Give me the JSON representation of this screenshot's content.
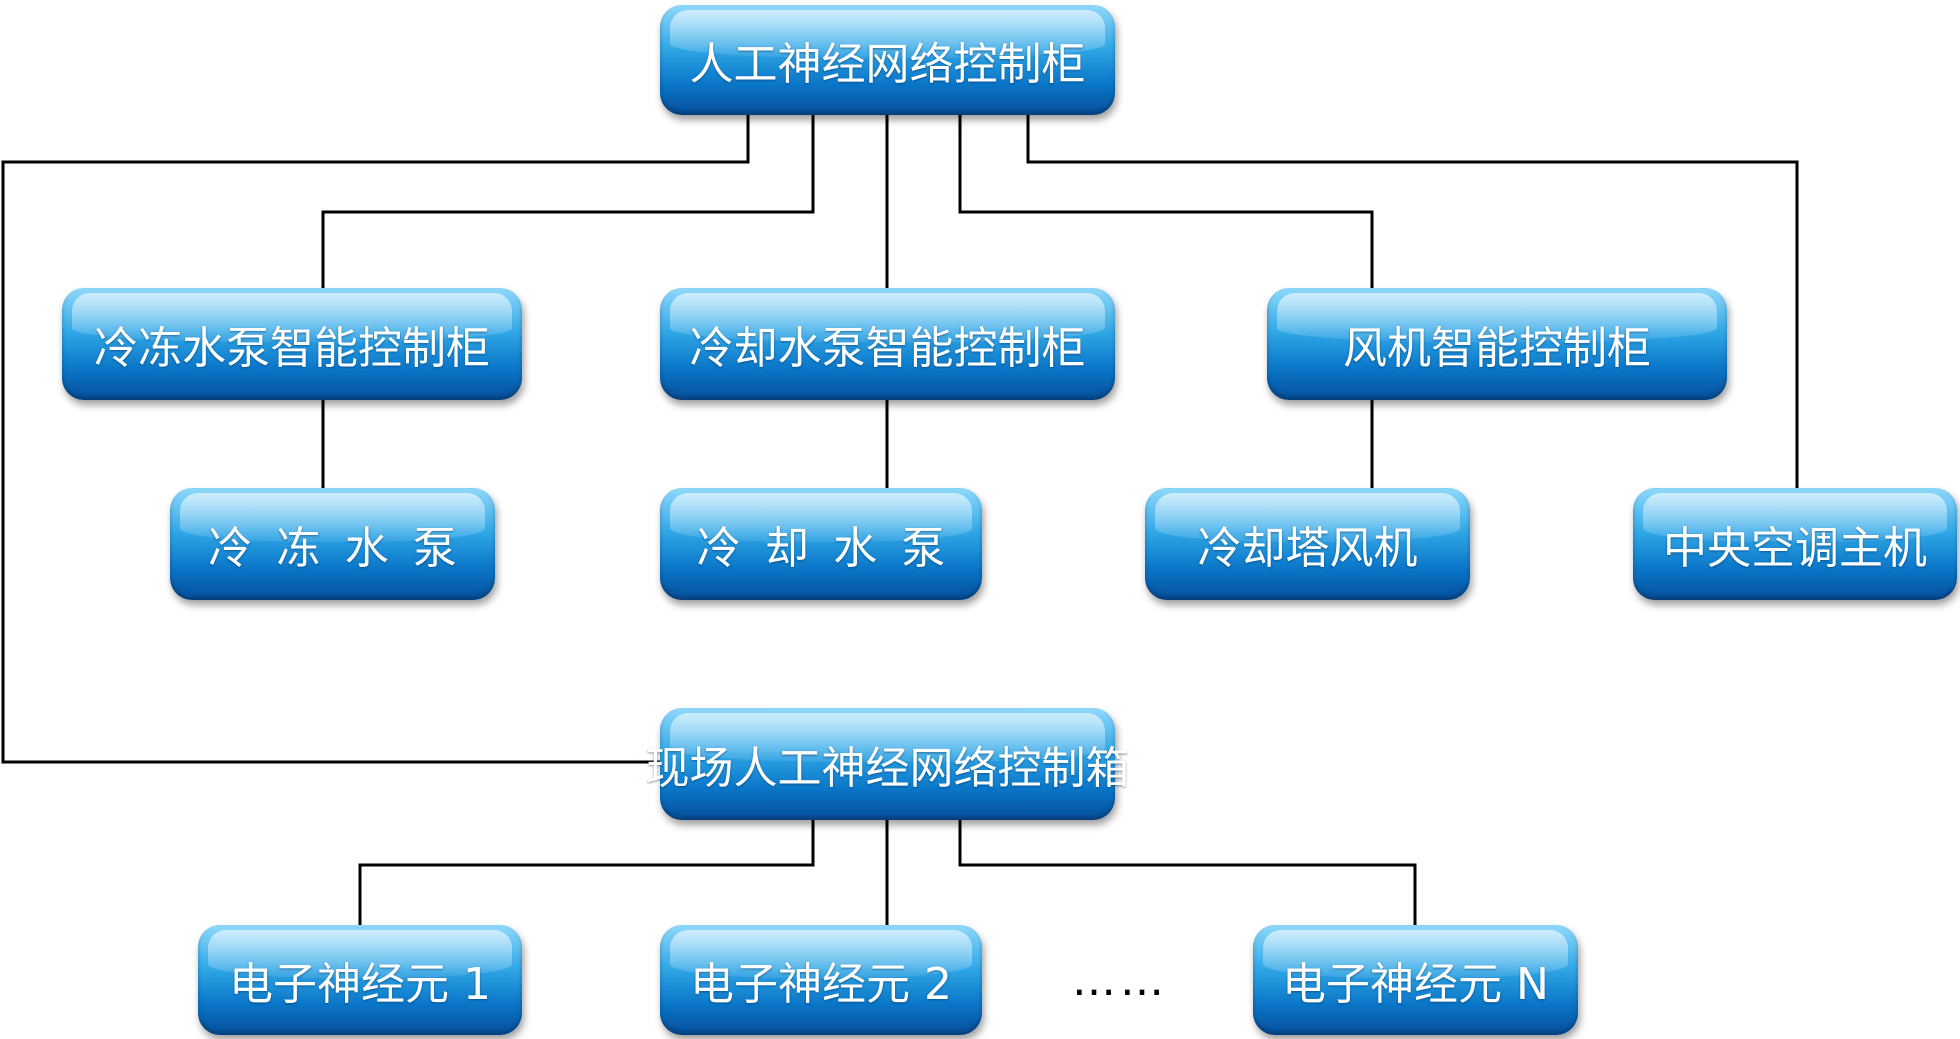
{
  "nodes": {
    "main_cabinet": "人工神经网络控制柜",
    "chilled_pump_cabinet": "冷冻水泵智能控制柜",
    "cooling_pump_cabinet": "冷却水泵智能控制柜",
    "fan_cabinet": "风机智能控制柜",
    "chilled_pump": "冷冻水泵",
    "cooling_pump": "冷却水泵",
    "cooling_tower_fan": "冷却塔风机",
    "central_ac": "中央空调主机",
    "field_box": "现场人工神经网络控制箱",
    "neuron_1": "电子神经元 1",
    "neuron_2": "电子神经元 2",
    "neuron_n": "电子神经元 N"
  },
  "ellipsis": "……"
}
